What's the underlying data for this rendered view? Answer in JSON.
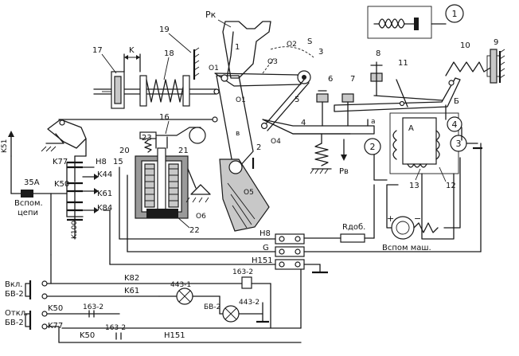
{
  "labels": {
    "pk": "Pк",
    "n1": "1",
    "n2": "2",
    "n3": "3",
    "n4a": "4",
    "n4b": "4",
    "n5": "5",
    "n6": "6",
    "n7": "7",
    "n8": "8",
    "n9": "9",
    "n10": "10",
    "n11": "11",
    "n12": "12",
    "n13": "13",
    "n15": "15",
    "n16": "16",
    "n17": "17",
    "n18": "18",
    "n19": "19",
    "n20": "20",
    "n21": "21",
    "n22": "22",
    "n23": "23",
    "k": "K",
    "o1a": "O1",
    "o1b": "O1",
    "o2": "O2",
    "o3": "O3",
    "o4": "O4",
    "o5": "O5",
    "o6": "O6",
    "s": "S",
    "b_small": "в",
    "a_small": "а",
    "pv": "Pв",
    "a_big": "A",
    "b_big": "Б",
    "c1": "1",
    "c2": "2",
    "c3": "3",
    "c4": "4",
    "k51": "K51",
    "fuse": "35A",
    "aux_circuits_1": "Вспом.",
    "aux_circuits_2": "цепи",
    "k77a": "K77",
    "k77b": "K77",
    "h8a": "H8",
    "h8b": "H8",
    "k44": "K44",
    "k50a": "K50",
    "k50b": "K50",
    "k50c": "K50",
    "k61a": "K61",
    "k61b": "K61",
    "k84": "K84",
    "k100": "K100",
    "g": "G",
    "h151a": "H151",
    "h151b": "H151",
    "rdob": "Rдоб.",
    "plus": "+",
    "minus": "−",
    "aux_machine": "Вспом маш.",
    "on_1": "Вкл.",
    "on_2": "БВ-2",
    "off_1": "Откл.",
    "off_2": "БВ-2",
    "k82": "K82",
    "r163a": "163-2",
    "r163b": "163-2",
    "r163c": "163-2",
    "l4431": "443-1",
    "l4432": "443-2",
    "bv2": "БВ-2"
  }
}
